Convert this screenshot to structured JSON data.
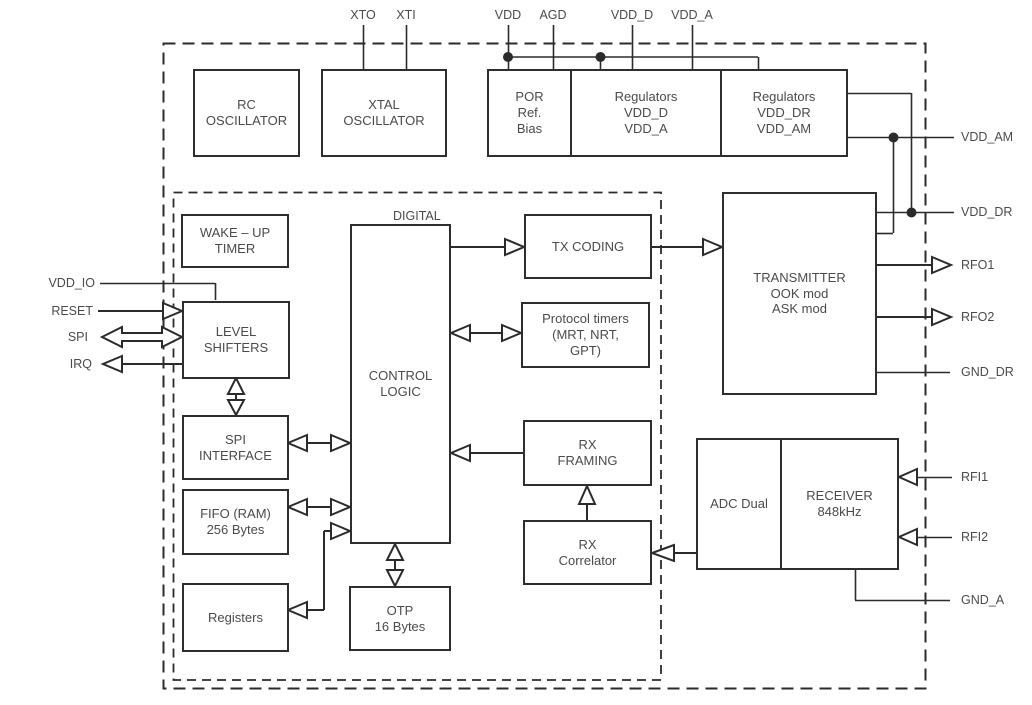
{
  "region_labels": {
    "digital": "DIGITAL"
  },
  "pins_top": [
    {
      "label": "XTO"
    },
    {
      "label": "XTI"
    },
    {
      "label": "VDD"
    },
    {
      "label": "AGD"
    },
    {
      "label": "VDD_D"
    },
    {
      "label": "VDD_A"
    }
  ],
  "pins_left": [
    {
      "label": "VDD_IO"
    },
    {
      "label": "RESET"
    },
    {
      "label": "SPI"
    },
    {
      "label": "IRQ"
    }
  ],
  "pins_right": [
    {
      "label": "VDD_AM"
    },
    {
      "label": "VDD_DR"
    },
    {
      "label": "RFO1"
    },
    {
      "label": "RFO2"
    },
    {
      "label": "GND_DR"
    },
    {
      "label": "RFI1"
    },
    {
      "label": "RFI2"
    },
    {
      "label": "GND_A"
    }
  ],
  "blocks": {
    "rc_oscillator": {
      "label": "RC\nOSCILLATOR"
    },
    "xtal_oscillator": {
      "label": "XTAL\nOSCILLATOR"
    },
    "por_ref_bias": {
      "label": "POR\nRef.\nBias"
    },
    "regulators_vdd_d_a": {
      "label": "Regulators\nVDD_D\nVDD_A"
    },
    "regulators_vdd_dr_am": {
      "label": "Regulators\nVDD_DR\nVDD_AM"
    },
    "wake_up_timer": {
      "label": "WAKE – UP\nTIMER"
    },
    "level_shifters": {
      "label": "LEVEL\nSHIFTERS"
    },
    "spi_interface": {
      "label": "SPI\nINTERFACE"
    },
    "fifo_ram": {
      "label": "FIFO (RAM)\n256 Bytes"
    },
    "registers": {
      "label": "Registers"
    },
    "control_logic": {
      "label": "CONTROL\nLOGIC"
    },
    "otp": {
      "label": "OTP\n16 Bytes"
    },
    "tx_coding": {
      "label": "TX CODING"
    },
    "protocol_timers": {
      "label": "Protocol timers\n(MRT, NRT,\nGPT)"
    },
    "rx_framing": {
      "label": "RX\nFRAMING"
    },
    "rx_correlator": {
      "label": "RX\nCorrelator"
    },
    "transmitter": {
      "label": "TRANSMITTER\nOOK mod\nASK mod"
    },
    "adc_dual": {
      "label": "ADC Dual"
    },
    "receiver": {
      "label": "RECEIVER\n848kHz"
    }
  },
  "colors": {
    "line": "#2b2b2b",
    "text": "#4b4b4b",
    "background": "#ffffff"
  }
}
